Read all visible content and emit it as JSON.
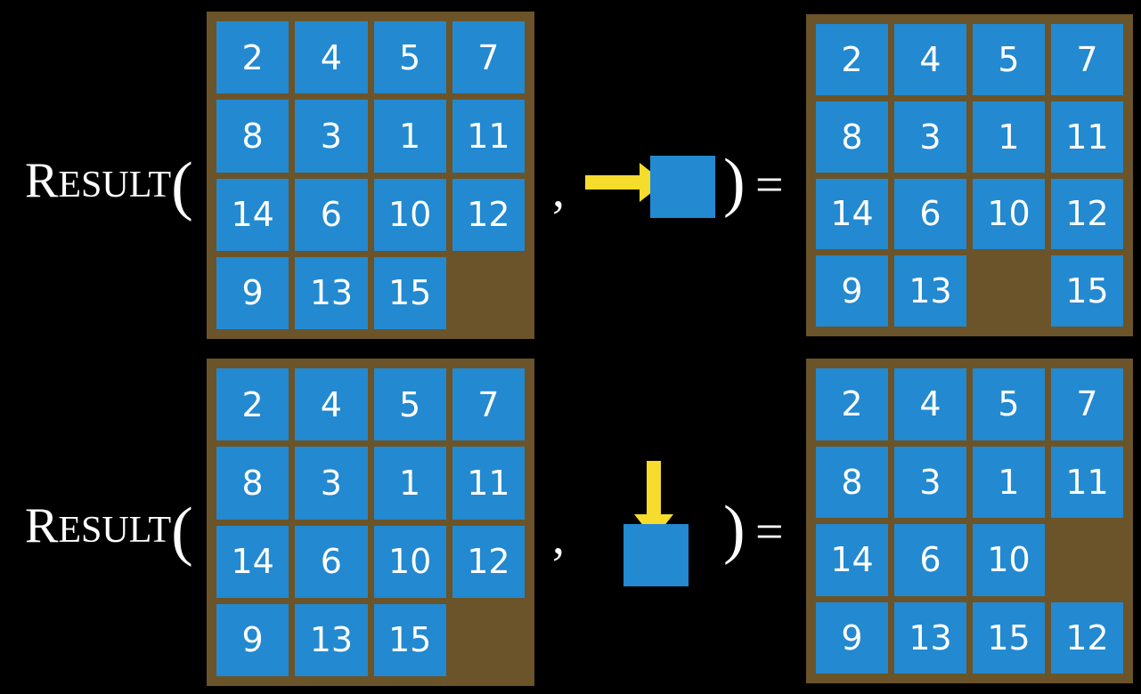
{
  "background_color": "#000000",
  "palette": {
    "board_frame": "#6b5429",
    "tile_blue": "#2389d0",
    "arrow_yellow": "#f5dc2d",
    "text_white": "#ffffff"
  },
  "rows": [
    {
      "id": "row-1",
      "function_label": {
        "initial": "R",
        "rest": "ESULT",
        "open_paren": "("
      },
      "separator_comma": ",",
      "close_paren": ")",
      "equals": "=",
      "action": {
        "name": "slide-right-action",
        "arrow_direction": "right",
        "arrow_icon": "arrow-right-icon",
        "tile_color": "#2389d0"
      },
      "input_board": {
        "name": "input-board-row-1",
        "columns": 4,
        "rows": 4,
        "cells": [
          "2",
          "4",
          "5",
          "7",
          "8",
          "3",
          "1",
          "11",
          "14",
          "6",
          "10",
          "12",
          "9",
          "13",
          "15",
          ""
        ],
        "blank_index": 15
      },
      "output_board": {
        "name": "output-board-row-1",
        "columns": 4,
        "rows": 4,
        "cells": [
          "2",
          "4",
          "5",
          "7",
          "8",
          "3",
          "1",
          "11",
          "14",
          "6",
          "10",
          "12",
          "9",
          "13",
          "",
          "15"
        ],
        "blank_index": 14
      }
    },
    {
      "id": "row-2",
      "function_label": {
        "initial": "R",
        "rest": "ESULT",
        "open_paren": "("
      },
      "separator_comma": ",",
      "close_paren": ")",
      "equals": "=",
      "action": {
        "name": "slide-down-action",
        "arrow_direction": "down",
        "arrow_icon": "arrow-down-icon",
        "tile_color": "#2389d0"
      },
      "input_board": {
        "name": "input-board-row-2",
        "columns": 4,
        "rows": 4,
        "cells": [
          "2",
          "4",
          "5",
          "7",
          "8",
          "3",
          "1",
          "11",
          "14",
          "6",
          "10",
          "12",
          "9",
          "13",
          "15",
          ""
        ],
        "blank_index": 15
      },
      "output_board": {
        "name": "output-board-row-2",
        "columns": 4,
        "rows": 4,
        "cells": [
          "2",
          "4",
          "5",
          "7",
          "8",
          "3",
          "1",
          "11",
          "14",
          "6",
          "10",
          "",
          "9",
          "13",
          "15",
          "12"
        ],
        "blank_index": 11
      }
    }
  ]
}
